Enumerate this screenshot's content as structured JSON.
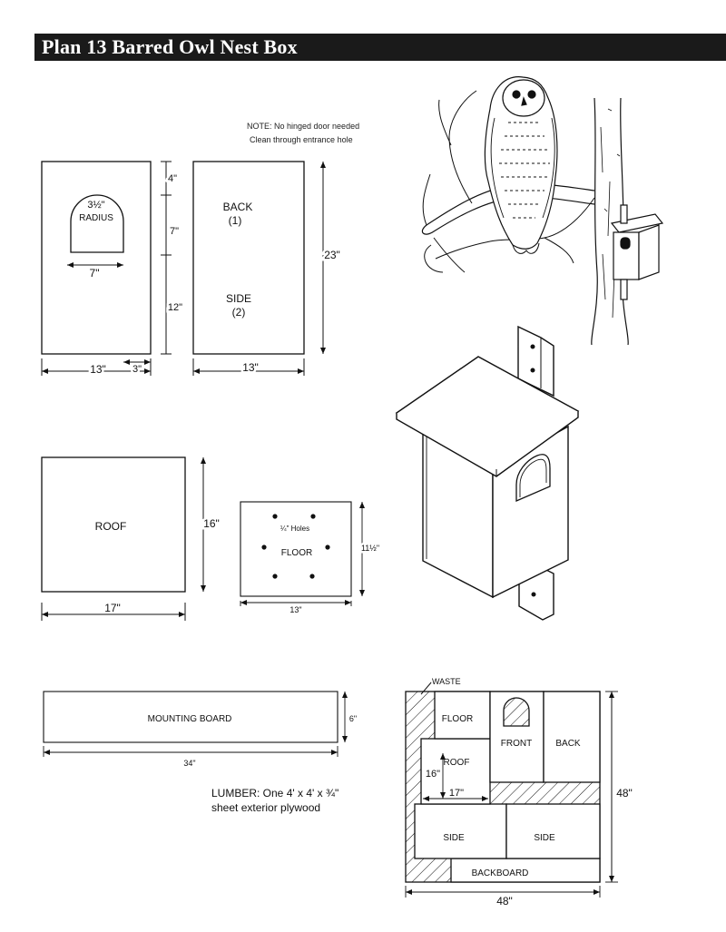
{
  "title": "Plan 13 Barred Owl Nest Box",
  "note": {
    "line1": "NOTE: No hinged door needed",
    "line2": "Clean through entrance hole"
  },
  "front_panel": {
    "hole_label_size": "3½\"",
    "hole_label_word": "RADIUS",
    "dim_hole_width": "7\"",
    "dim_width": "13\"",
    "dim_offset": "3\"",
    "dim_top": "4\"",
    "dim_hole_height": "7\"",
    "dim_bottom": "12\""
  },
  "back_side_panel": {
    "back_label": "BACK",
    "back_count": "(1)",
    "side_label": "SIDE",
    "side_count": "(2)",
    "dim_height": "23\"",
    "dim_width": "13\""
  },
  "roof_panel": {
    "label": "ROOF",
    "dim_height": "16\"",
    "dim_width": "17\""
  },
  "floor_panel": {
    "holes_note": "¼\" Holes",
    "label": "FLOOR",
    "dim_height": "11½\"",
    "dim_width": "13\""
  },
  "mounting_board": {
    "label": "MOUNTING BOARD",
    "dim_height": "6\"",
    "dim_width": "34\""
  },
  "lumber": {
    "line1": "LUMBER:  One 4' x 4' x ¾\"",
    "line2": "sheet exterior plywood"
  },
  "cut_layout": {
    "waste": "WASTE",
    "floor": "FLOOR",
    "front": "FRONT",
    "back": "BACK",
    "roof": "ROOF",
    "roof_dim_height": "16\"",
    "roof_dim_width": "17\"",
    "side_left": "SIDE",
    "side_right": "SIDE",
    "backboard": "BACKBOARD",
    "dim_height": "48\"",
    "dim_width": "48\""
  }
}
